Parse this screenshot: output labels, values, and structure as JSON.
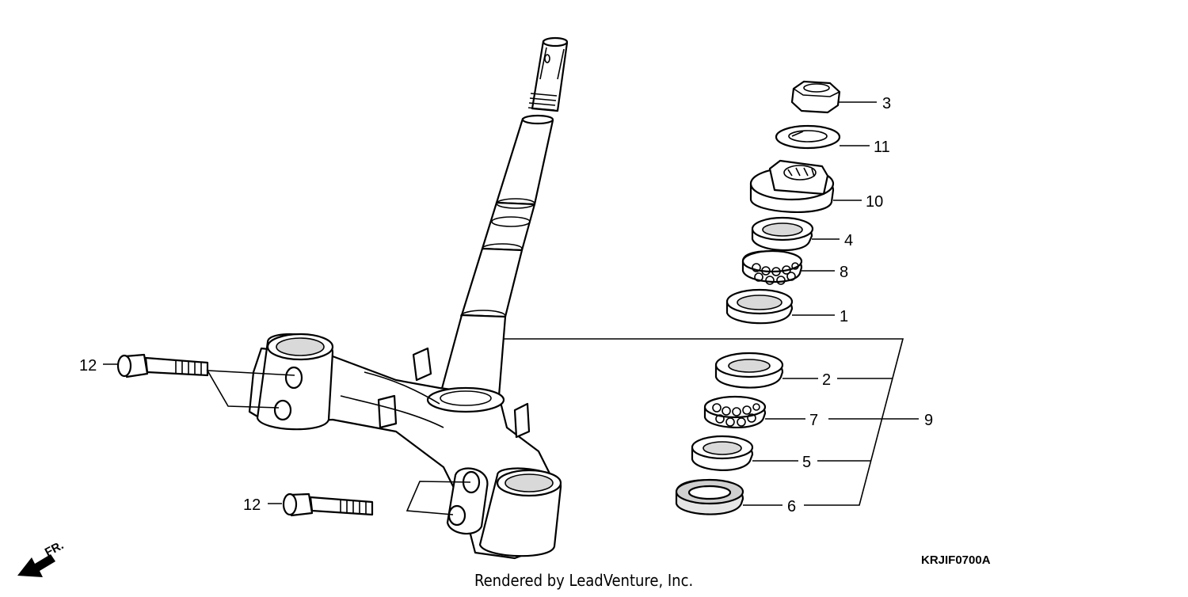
{
  "diagram": {
    "callouts": [
      {
        "id": "c3",
        "text": "3"
      },
      {
        "id": "c11",
        "text": "11"
      },
      {
        "id": "c10",
        "text": "10"
      },
      {
        "id": "c4",
        "text": "4"
      },
      {
        "id": "c8",
        "text": "8"
      },
      {
        "id": "c1",
        "text": "1"
      },
      {
        "id": "c2",
        "text": "2"
      },
      {
        "id": "c7",
        "text": "7"
      },
      {
        "id": "c9",
        "text": "9"
      },
      {
        "id": "c5",
        "text": "5"
      },
      {
        "id": "c6",
        "text": "6"
      },
      {
        "id": "c12a",
        "text": "12"
      },
      {
        "id": "c12b",
        "text": "12"
      }
    ],
    "direction_label": "FR.",
    "diagram_code": "KRJIF0700A",
    "credit": "Rendered by LeadVenture, Inc."
  }
}
